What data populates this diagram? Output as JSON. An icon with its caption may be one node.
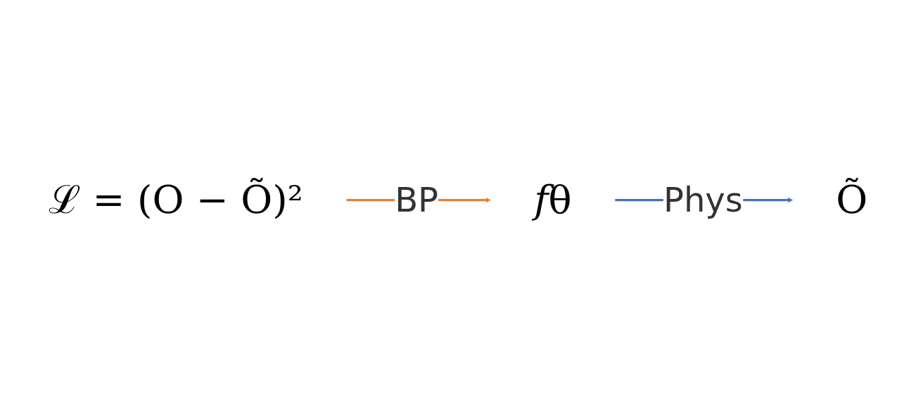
{
  "diagram": {
    "nodes": [
      {
        "text": [
          "𝑓θ"
        ]
      },
      {
        "text": [
          "Õ"
        ]
      },
      {
        "text": [
          "ℒ = (O − Õ)²"
        ]
      }
    ],
    "edges": [
      {
        "from": 0,
        "to": 1,
        "arrow": "to",
        "label": "Phys",
        "color": "#4472c4"
      },
      {
        "from": 2,
        "to": 0,
        "arrow": "to",
        "label": "BP",
        "color": "#ed7d31"
      }
    ]
  }
}
